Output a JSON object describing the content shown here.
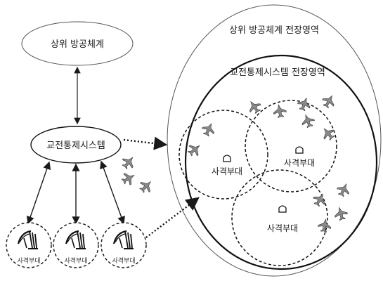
{
  "nodes": {
    "upper": "상위 방공체계",
    "engagement": "교전통제시스템"
  },
  "areas": {
    "upper_area": "상위 방공체계 전장영역",
    "engagement_area": "교전통제시스템 전장영역"
  },
  "units": {
    "unit_1": "사격부대",
    "unit_2": "사격부대",
    "unit_3": "사격부대"
  },
  "field_units": {
    "unit_1": "사격부대",
    "unit_2": "사격부대",
    "unit_3": "사격부대"
  },
  "icons": {
    "aircraft": "fighter-jet-icon",
    "launcher": "radar-launcher-icon",
    "site": "firing-site-icon"
  },
  "colors": {
    "stroke": "#1a1a1a",
    "aircraft_fill": "#8a8a8a",
    "background": "#ffffff"
  }
}
